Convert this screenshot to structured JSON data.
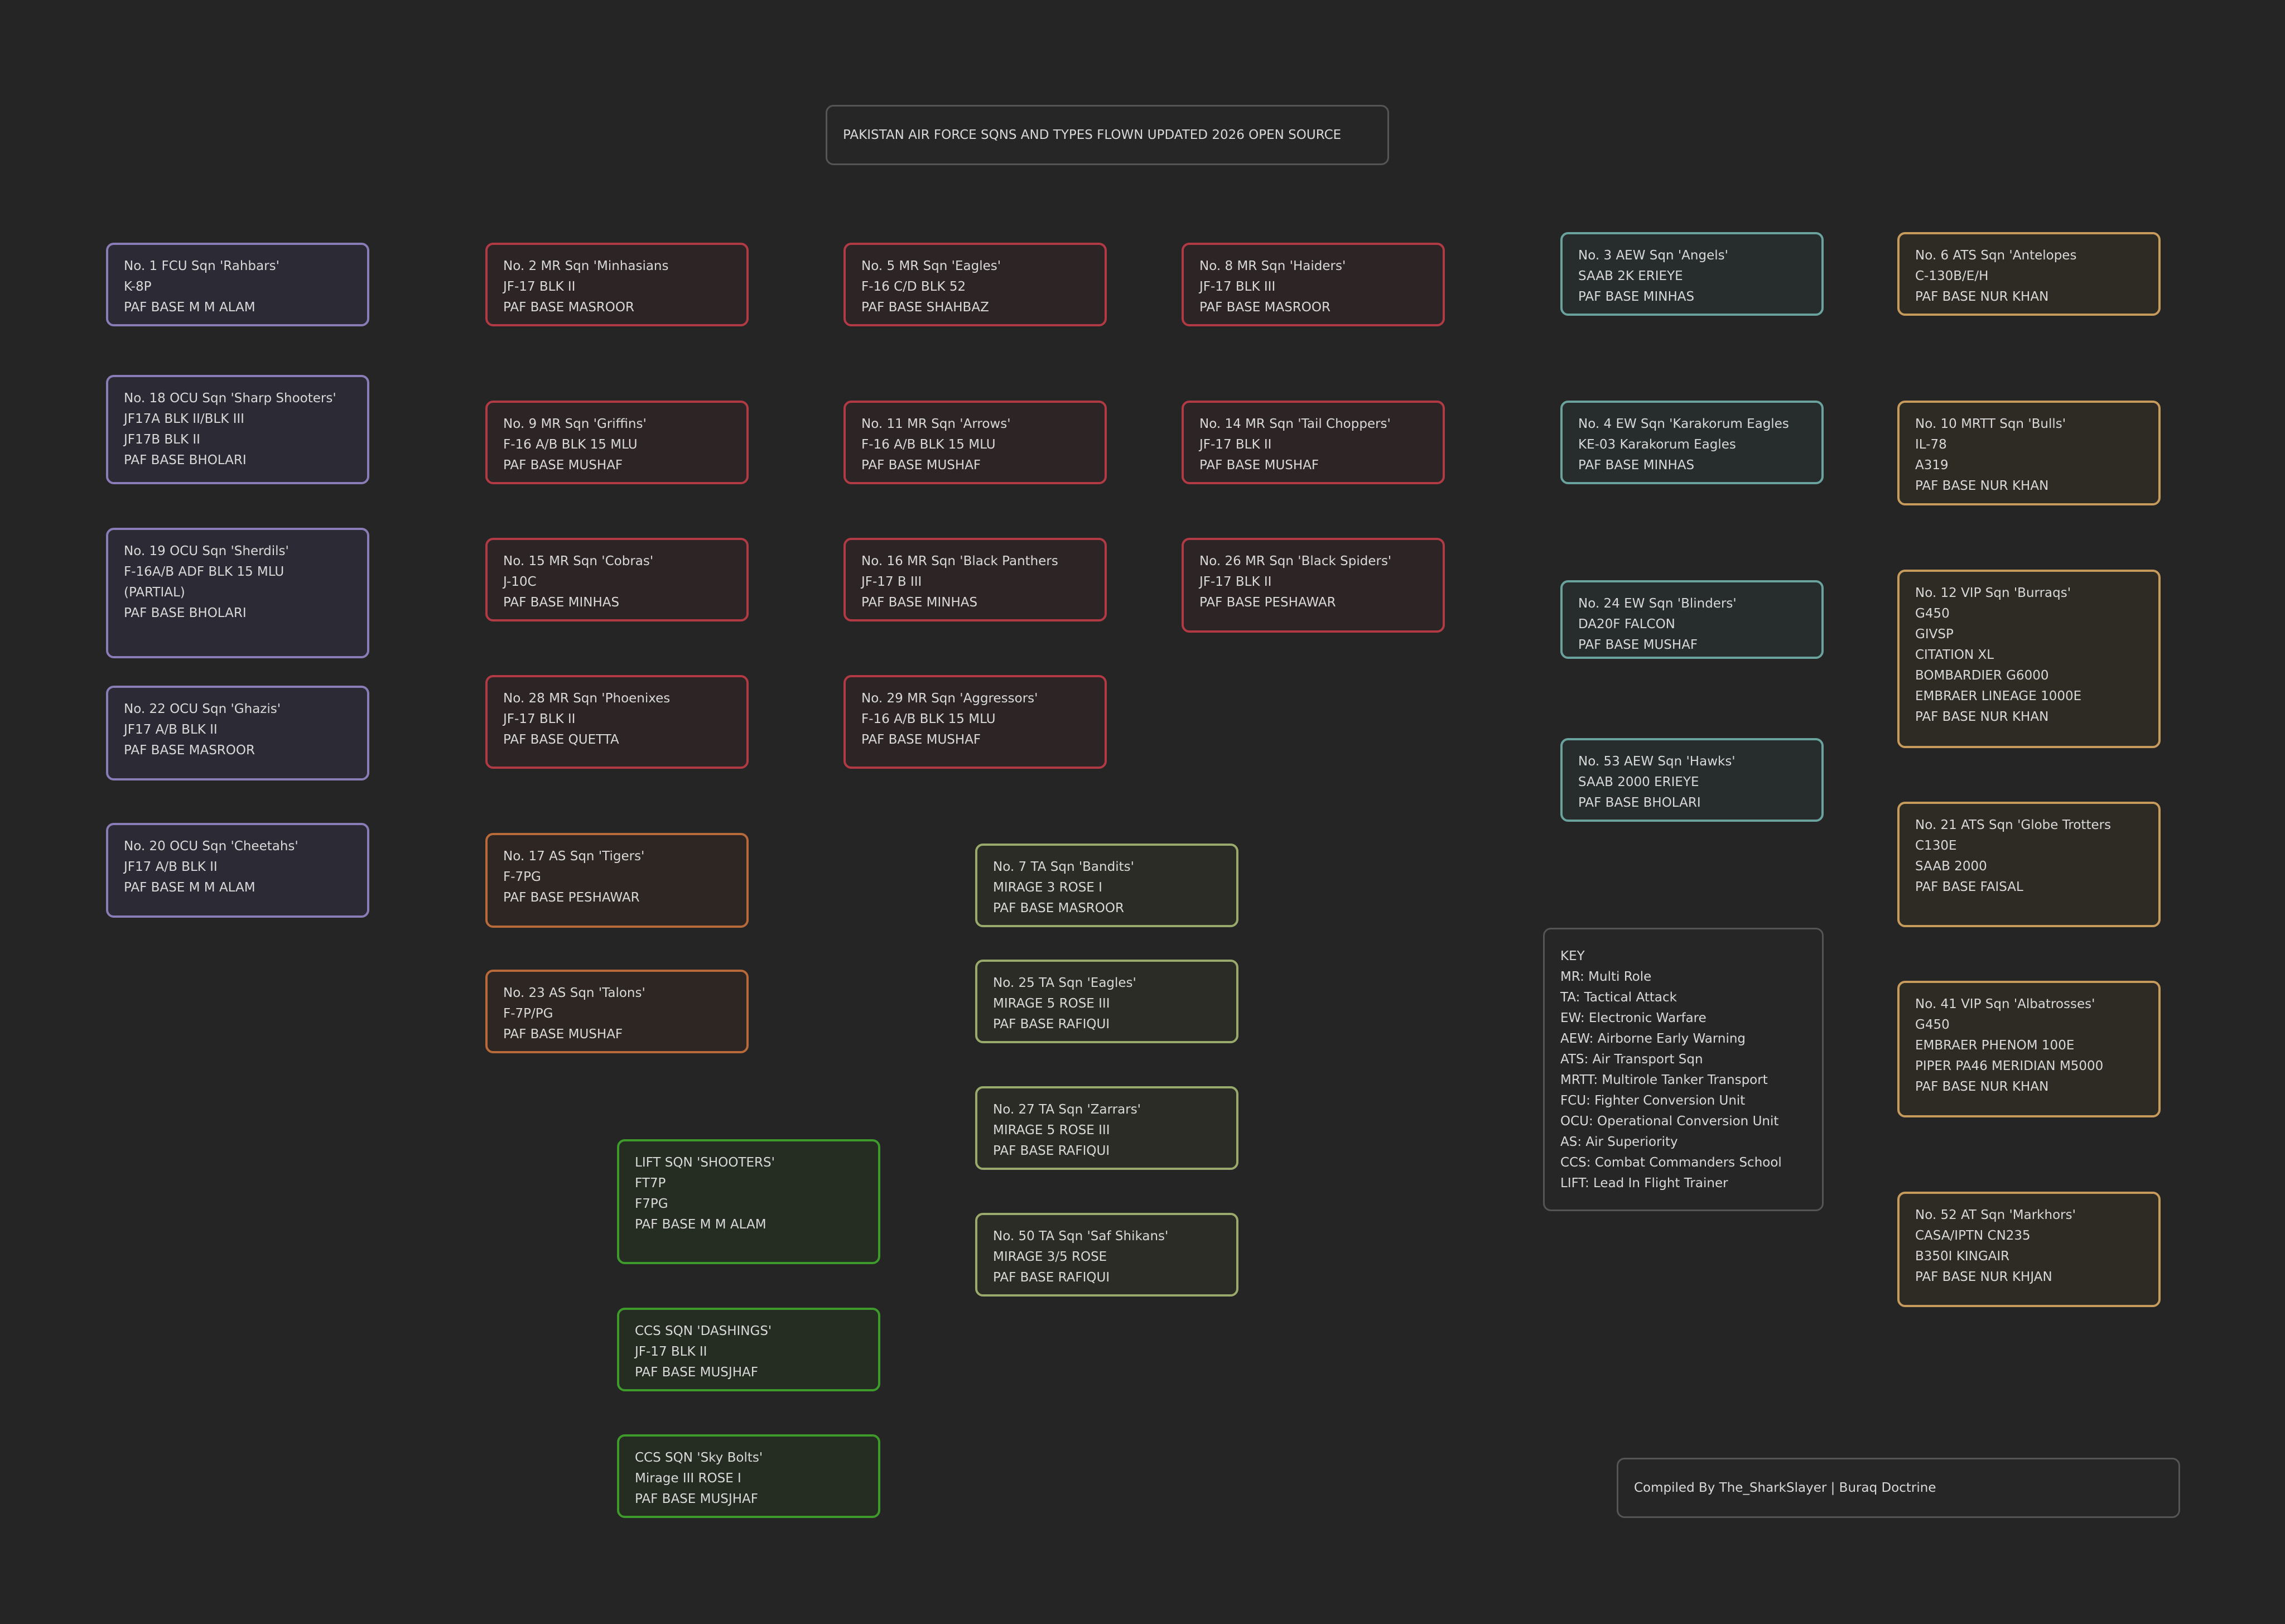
{
  "title": "PAKISTAN AIR FORCE SQNS AND TYPES FLOWN UPDATED 2026 OPEN SOURCE",
  "credit": "Compiled By The_SharkSlayer | Buraq Doctrine",
  "boxes": {
    "fcu1": [
      "No. 1 FCU Sqn 'Rahbars'",
      "K-8P",
      "PAF BASE M M ALAM"
    ],
    "ocu18": [
      "No. 18 OCU Sqn 'Sharp Shooters'",
      "JF17A BLK II/BLK III",
      "JF17B BLK II",
      "PAF BASE BHOLARI"
    ],
    "ocu19": [
      "No. 19 OCU Sqn 'Sherdils'",
      "F-16A/B ADF BLK 15 MLU",
      "(PARTIAL)",
      "PAF BASE BHOLARI"
    ],
    "ocu22": [
      "No. 22 OCU Sqn 'Ghazis'",
      "JF17 A/B BLK II",
      "PAF BASE MASROOR"
    ],
    "ocu20": [
      "No. 20 OCU Sqn 'Cheetahs'",
      "JF17 A/B BLK II",
      "PAF BASE M M ALAM"
    ],
    "mr2": [
      "No. 2 MR Sqn 'Minhasians",
      "JF-17 BLK II",
      "PAF BASE MASROOR"
    ],
    "mr9": [
      "No. 9 MR Sqn 'Griffins'",
      "F-16 A/B BLK 15 MLU",
      "PAF BASE MUSHAF"
    ],
    "mr15": [
      "No. 15 MR Sqn 'Cobras'",
      "J-10C",
      "PAF BASE MINHAS"
    ],
    "mr28": [
      "No. 28 MR Sqn 'Phoenixes",
      "JF-17 BLK II",
      "PAF BASE QUETTA"
    ],
    "mr5": [
      "No. 5 MR Sqn 'Eagles'",
      "F-16 C/D BLK 52",
      "PAF BASE SHAHBAZ"
    ],
    "mr11": [
      "No. 11 MR Sqn 'Arrows'",
      "F-16 A/B BLK 15 MLU",
      "PAF BASE MUSHAF"
    ],
    "mr16": [
      "No. 16 MR Sqn 'Black Panthers",
      "JF-17 B III",
      "PAF BASE MINHAS"
    ],
    "mr29": [
      "No. 29 MR Sqn 'Aggressors'",
      "F-16 A/B BLK 15 MLU",
      "PAF BASE MUSHAF"
    ],
    "mr8": [
      "No. 8 MR Sqn 'Haiders'",
      "JF-17 BLK III",
      "PAF BASE MASROOR"
    ],
    "mr14": [
      "No. 14 MR Sqn 'Tail Choppers'",
      "JF-17 BLK II",
      "PAF BASE MUSHAF"
    ],
    "mr26": [
      "No. 26 MR Sqn 'Black Spiders'",
      "JF-17 BLK II",
      "PAF BASE PESHAWAR"
    ],
    "as17": [
      "No. 17 AS Sqn 'Tigers'",
      "F-7PG",
      "PAF BASE PESHAWAR"
    ],
    "as23": [
      "No. 23 AS Sqn 'Talons'",
      "F-7P/PG",
      "PAF BASE MUSHAF"
    ],
    "ta7": [
      "No. 7 TA Sqn 'Bandits'",
      "MIRAGE 3 ROSE I",
      "PAF BASE MASROOR"
    ],
    "ta25": [
      "No. 25 TA Sqn 'Eagles'",
      "MIRAGE 5 ROSE III",
      "PAF BASE RAFIQUI"
    ],
    "ta27": [
      "No. 27 TA Sqn 'Zarrars'",
      "MIRAGE 5 ROSE III",
      "PAF BASE RAFIQUI"
    ],
    "ta50": [
      "No. 50 TA Sqn 'Saf Shikans'",
      "MIRAGE 3/5 ROSE",
      "PAF BASE RAFIQUI"
    ],
    "lift": [
      "LIFT SQN 'SHOOTERS'",
      "FT7P",
      "F7PG",
      "PAF BASE M M ALAM"
    ],
    "ccs1": [
      "CCS SQN 'DASHINGS'",
      "JF-17 BLK II",
      "PAF BASE MUSJHAF"
    ],
    "ccs2": [
      "CCS SQN 'Sky Bolts'",
      "Mirage III ROSE I",
      "PAF BASE MUSJHAF"
    ],
    "aew3": [
      "No. 3 AEW Sqn 'Angels'",
      "SAAB 2K ERIEYE",
      "PAF BASE MINHAS"
    ],
    "ew4": [
      "No. 4 EW Sqn 'Karakorum Eagles",
      "KE-03 Karakorum Eagles",
      "PAF BASE MINHAS"
    ],
    "ew24": [
      "No. 24 EW Sqn 'Blinders'",
      "DA20F FALCON",
      "PAF BASE MUSHAF"
    ],
    "aew53": [
      "No. 53 AEW Sqn 'Hawks'",
      "SAAB 2000 ERIEYE",
      "PAF BASE BHOLARI"
    ],
    "key": [
      "KEY",
      "MR: Multi Role",
      "TA: Tactical Attack",
      "EW: Electronic Warfare",
      "AEW: Airborne Early Warning",
      "ATS: Air Transport Sqn",
      "MRTT: Multirole Tanker Transport",
      "FCU: Fighter Conversion Unit",
      "OCU: Operational Conversion Unit",
      "AS: Air Superiority",
      "CCS: Combat Commanders School",
      "LIFT: Lead In Flight Trainer"
    ],
    "ats6": [
      "No. 6 ATS Sqn 'Antelopes",
      "C-130B/E/H",
      "PAF BASE NUR KHAN"
    ],
    "mrtt10": [
      "No. 10 MRTT Sqn 'Bulls'",
      "IL-78",
      "A319",
      "PAF BASE NUR KHAN"
    ],
    "vip12": [
      "No. 12 VIP Sqn 'Burraqs'",
      "G450",
      "GIVSP",
      "CITATION XL",
      "BOMBARDIER G6000",
      "EMBRAER LINEAGE 1000E",
      "PAF BASE NUR KHAN"
    ],
    "ats21": [
      "No. 21 ATS Sqn 'Globe Trotters",
      "C130E",
      "SAAB 2000",
      "PAF BASE FAISAL"
    ],
    "vip41": [
      "No. 41 VIP Sqn 'Albatrosses'",
      "G450",
      "EMBRAER PHENOM 100E",
      "PIPER PA46 MERIDIAN M5000",
      "PAF BASE NUR KHAN"
    ],
    "at52": [
      "No. 52 AT Sqn 'Markhors'",
      "CASA/IPTN CN235",
      "B350I KINGAIR",
      "PAF BASE NUR KHJAN"
    ]
  }
}
